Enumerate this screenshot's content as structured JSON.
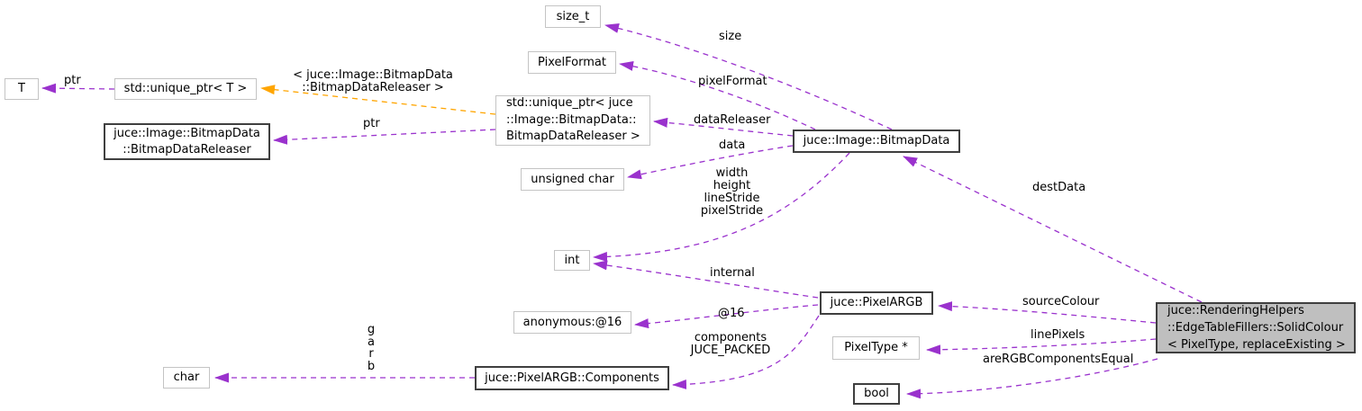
{
  "colors": {
    "usage_edge": "#9a32cd",
    "template_edge": "#ffa500",
    "node_fill": "#ffffff",
    "node_border_plain": "#c4c4c4",
    "node_border_documented": "#3f3f3f",
    "focus_node_fill": "#bfbfbf",
    "text": "#000000"
  },
  "nodes": {
    "size_t": "size_t",
    "pixel_format": "PixelFormat",
    "t": "T",
    "unique_ptr_t": "std::unique_ptr< T >",
    "unique_ptr_releaser": "std::unique_ptr< juce\n::Image::BitmapData::\nBitmapDataReleaser >",
    "bitmap_data_releaser": "juce::Image::BitmapData\n::BitmapDataReleaser",
    "unsigned_char": "unsigned char",
    "bitmap_data": "juce::Image::BitmapData",
    "int": "int",
    "pixel_argb": "juce::PixelARGB",
    "anonymous_16": "anonymous:@16",
    "pixel_type_ptr": "PixelType *",
    "pixel_argb_components": "juce::PixelARGB::Components",
    "char": "char",
    "bool": "bool",
    "solid_colour": "juce::RenderingHelpers\n::EdgeTableFillers::SolidColour\n< PixelType, replaceExisting >"
  },
  "edge_labels": {
    "ptr_t": "ptr",
    "template_args": "< juce::Image::BitmapData\n::BitmapDataReleaser >",
    "ptr_releaser": "ptr",
    "size": "size",
    "pixel_format": "pixelFormat",
    "data_releaser": "dataReleaser",
    "data": "data",
    "strides": "width\nheight\nlineStride\npixelStride",
    "dest_data": "destData",
    "internal": "internal",
    "at16": "@16",
    "components_packed": "components\nJUCE_PACKED",
    "source_colour": "sourceColour",
    "line_pixels": "linePixels",
    "are_rgb_components_equal": "areRGBComponentsEqual",
    "garb": "g\na\nr\nb"
  }
}
